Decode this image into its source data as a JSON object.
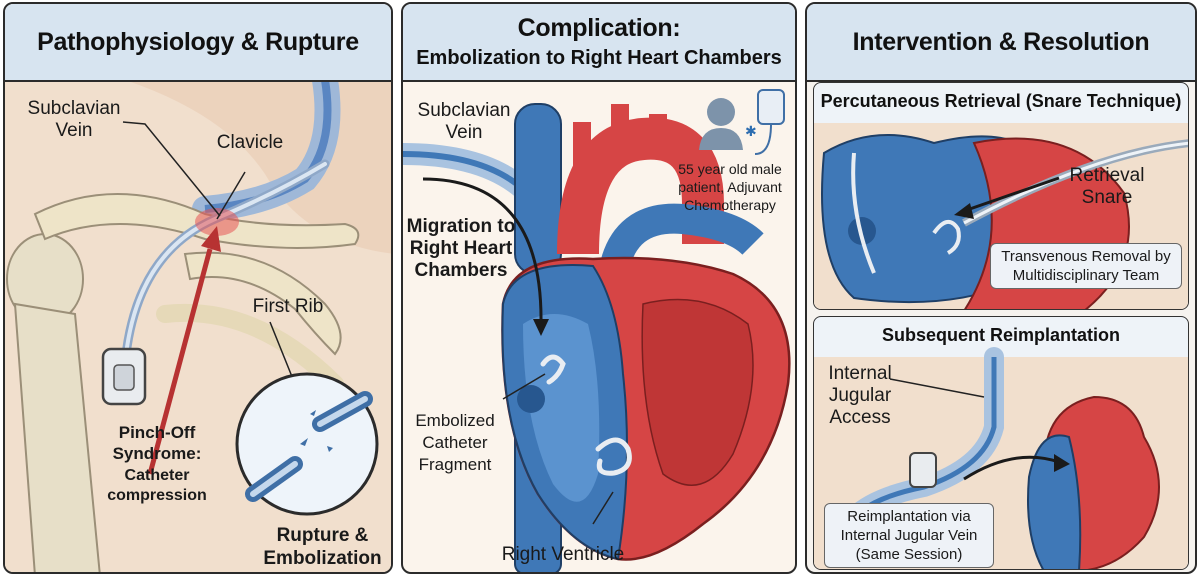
{
  "panel1": {
    "title": "Pathophysiology & Rupture",
    "subclavian_vein": "Subclavian\nVein",
    "clavicle": "Clavicle",
    "first_rib": "First Rib",
    "pinch_off_title": "Pinch-Off\nSyndrome:",
    "pinch_off_desc": "Catheter\ncompression",
    "rupture": "Rupture &\nEmbolization"
  },
  "panel2": {
    "title": "Complication:",
    "subtitle": "Embolization to Right Heart Chambers",
    "subclavian_vein": "Subclavian\nVein",
    "patient": "55 year old male\npatient, Adjuvant\nChemotherapy",
    "migration": "Migration to\nRight Heart\nChambers",
    "fragment": "Embolized\nCatheter\nFragment",
    "ventricle": "Right Ventricle"
  },
  "panel3": {
    "title": "Intervention & Resolution",
    "retrieval_title": "Percutaneous Retrieval (Snare Technique)",
    "snare": "Retrieval\nSnare",
    "removal": "Transvenous Removal by\nMultidisciplinary Team",
    "reimpl_title": "Subsequent Reimplantation",
    "jugular": "Internal\nJugular\nAccess",
    "reimpl_desc": "Reimplantation via\nInternal Jugular Vein\n(Same Session)"
  },
  "colors": {
    "vein_blue": "#3f78b7",
    "artery_red": "#d64545",
    "header_blue": "#d7e4f0",
    "skin": "#f3e2d2"
  }
}
